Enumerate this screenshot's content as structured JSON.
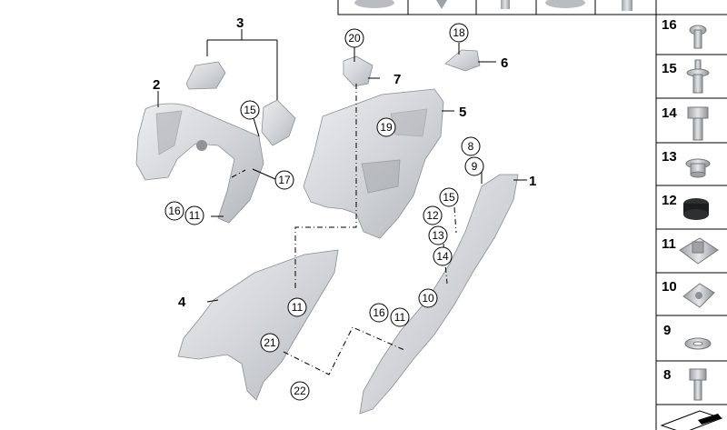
{
  "diagram": {
    "part_labels": [
      {
        "id": "label-1",
        "text": "1"
      },
      {
        "id": "label-2",
        "text": "2"
      },
      {
        "id": "label-3",
        "text": "3"
      },
      {
        "id": "label-4",
        "text": "4"
      },
      {
        "id": "label-5",
        "text": "5"
      },
      {
        "id": "label-6",
        "text": "6"
      },
      {
        "id": "label-7",
        "text": "7"
      }
    ],
    "callouts": {
      "c20": "20",
      "c18": "18",
      "c15a": "15",
      "c19": "19",
      "c17": "17",
      "c16a": "16",
      "c11a": "11",
      "c8": "8",
      "c9": "9",
      "c15b": "15",
      "c12": "12",
      "c13": "13",
      "c14": "14",
      "c11b": "11",
      "c10": "10",
      "c16b": "16",
      "c11c": "11",
      "c21": "21",
      "c22": "22"
    },
    "side_panel": [
      "16",
      "15",
      "14",
      "13",
      "12",
      "11",
      "10",
      "9",
      "8"
    ]
  }
}
